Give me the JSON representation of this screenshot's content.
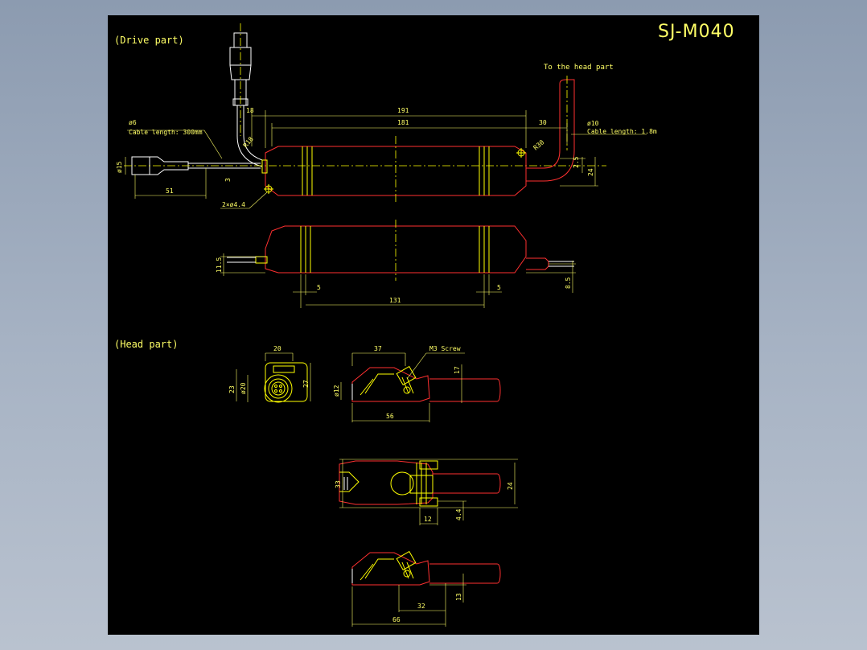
{
  "title": "SJ-M040",
  "sections": {
    "drive": "(Drive part)",
    "head": "(Head part)"
  },
  "notes": {
    "to_head": "To the head part",
    "cable6_a": "ø6",
    "cable6_b": "Cable length: 300mm",
    "cable10_a": "ø10",
    "cable10_b": "Cable length: 1.8m",
    "holes": "2×ø4.4",
    "screw": "M3 Screw"
  },
  "dims": {
    "d191": "191",
    "d181": "181",
    "d30": "30",
    "d18": "18",
    "r18": "R18",
    "r30": "R30",
    "d3": "3",
    "d15": "ø15",
    "d51": "51",
    "d25": "2.5",
    "d24a": "24",
    "d115": "11.5",
    "d5a": "5",
    "d5b": "5",
    "d131": "131",
    "d85": "8.5",
    "h20": "20",
    "h23": "23",
    "h20d": "ø20",
    "h27": "27",
    "h37": "37",
    "h17": "17",
    "h12": "ø12",
    "h56": "56",
    "h33": "33",
    "h24": "24",
    "h12b": "12",
    "h44": "4.4",
    "h32": "32",
    "h13": "13",
    "h66": "66"
  }
}
